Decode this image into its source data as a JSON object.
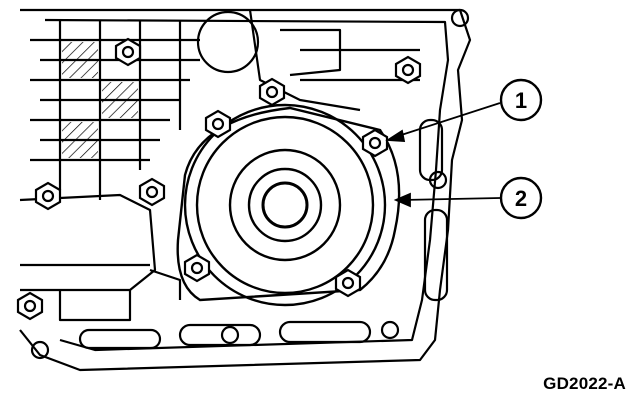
{
  "figure": {
    "id_code": "GD2022-A",
    "callouts": [
      {
        "number": "1",
        "target": "bolt"
      },
      {
        "number": "2",
        "target": "gasket"
      }
    ]
  },
  "colors": {
    "line": "#000000",
    "paper": "#ffffff"
  }
}
